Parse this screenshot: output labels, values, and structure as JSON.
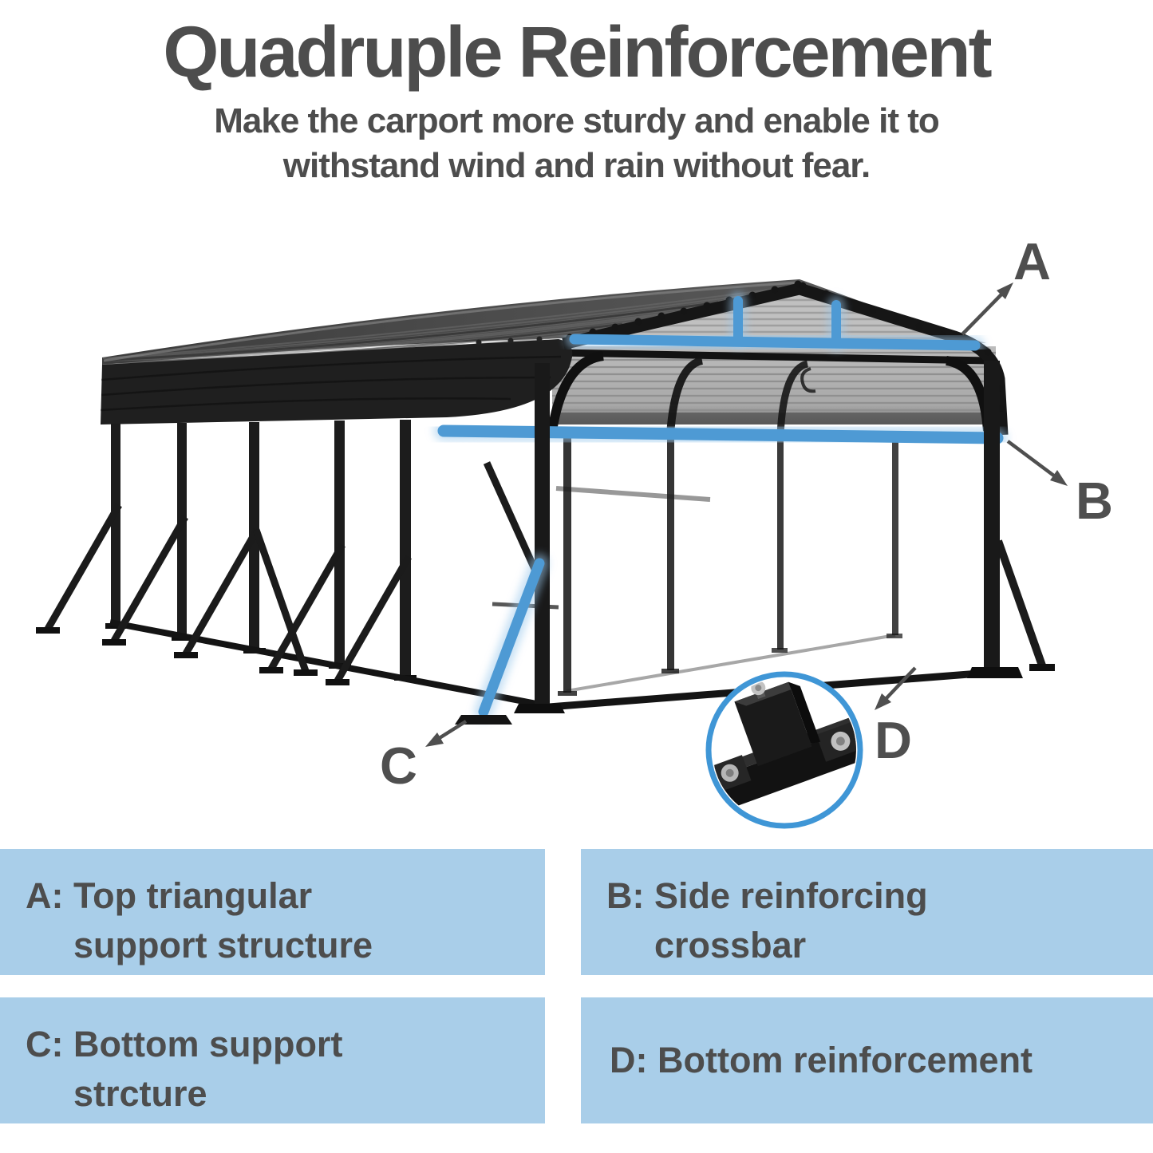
{
  "title": "Quadruple Reinforcement",
  "subtitle": {
    "line1": "Make the carport more sturdy and enable it to",
    "line2": "withstand wind and rain without fear."
  },
  "diagram": {
    "callouts": [
      {
        "letter": "A"
      },
      {
        "letter": "B"
      },
      {
        "letter": "C"
      },
      {
        "letter": "D"
      }
    ],
    "highlight_color": "#4e9ad4",
    "ring_color": "#3f96d6"
  },
  "legend": {
    "bg_color": "#a9cee9",
    "text_color": "#4d4d4d",
    "items": [
      {
        "key": "A:",
        "line1": "Top triangular",
        "line2": "support structure"
      },
      {
        "key": "B:",
        "line1": "Side reinforcing",
        "line2": "crossbar"
      },
      {
        "key": "C:",
        "line1": "Bottom support",
        "line2": "strcture"
      },
      {
        "key": "D:",
        "line1": "Bottom reinforcement",
        "line2": ""
      }
    ]
  }
}
